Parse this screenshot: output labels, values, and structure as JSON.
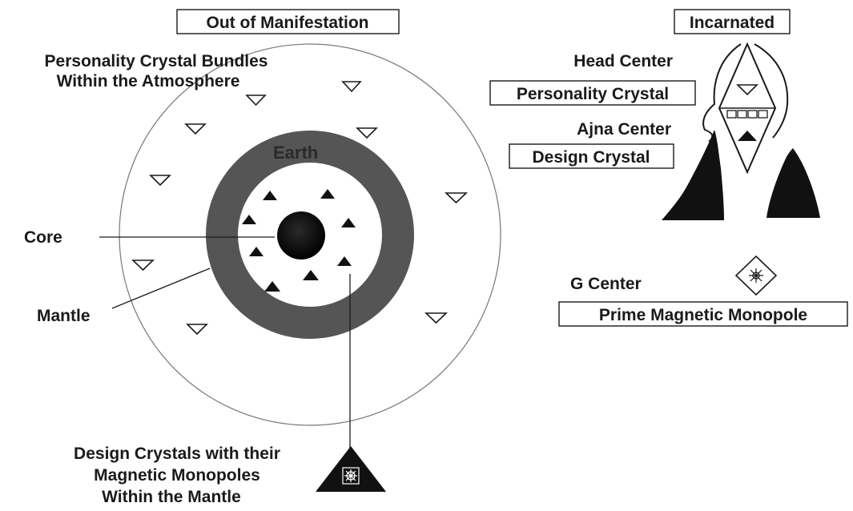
{
  "left": {
    "title": "Out of Manifestation",
    "personality_bundles_line1": "Personality Crystal Bundles",
    "personality_bundles_line2": "Within the Atmosphere",
    "earth_label": "Earth",
    "core_label": "Core",
    "mantle_label": "Mantle",
    "design_line1": "Design Crystals with their",
    "design_line2": "Magnetic Monopoles",
    "design_line3": "Within the Mantle"
  },
  "right": {
    "title": "Incarnated",
    "head_center": "Head Center",
    "personality_crystal": "Personality Crystal",
    "ajna_center": "Ajna Center",
    "design_crystal": "Design Crystal",
    "g_center": "G Center",
    "prime_monopole": "Prime Magnetic Monopole"
  },
  "colors": {
    "ink": "#1a1a1a",
    "mantle": "#555555",
    "outer_circle": "#777777"
  }
}
